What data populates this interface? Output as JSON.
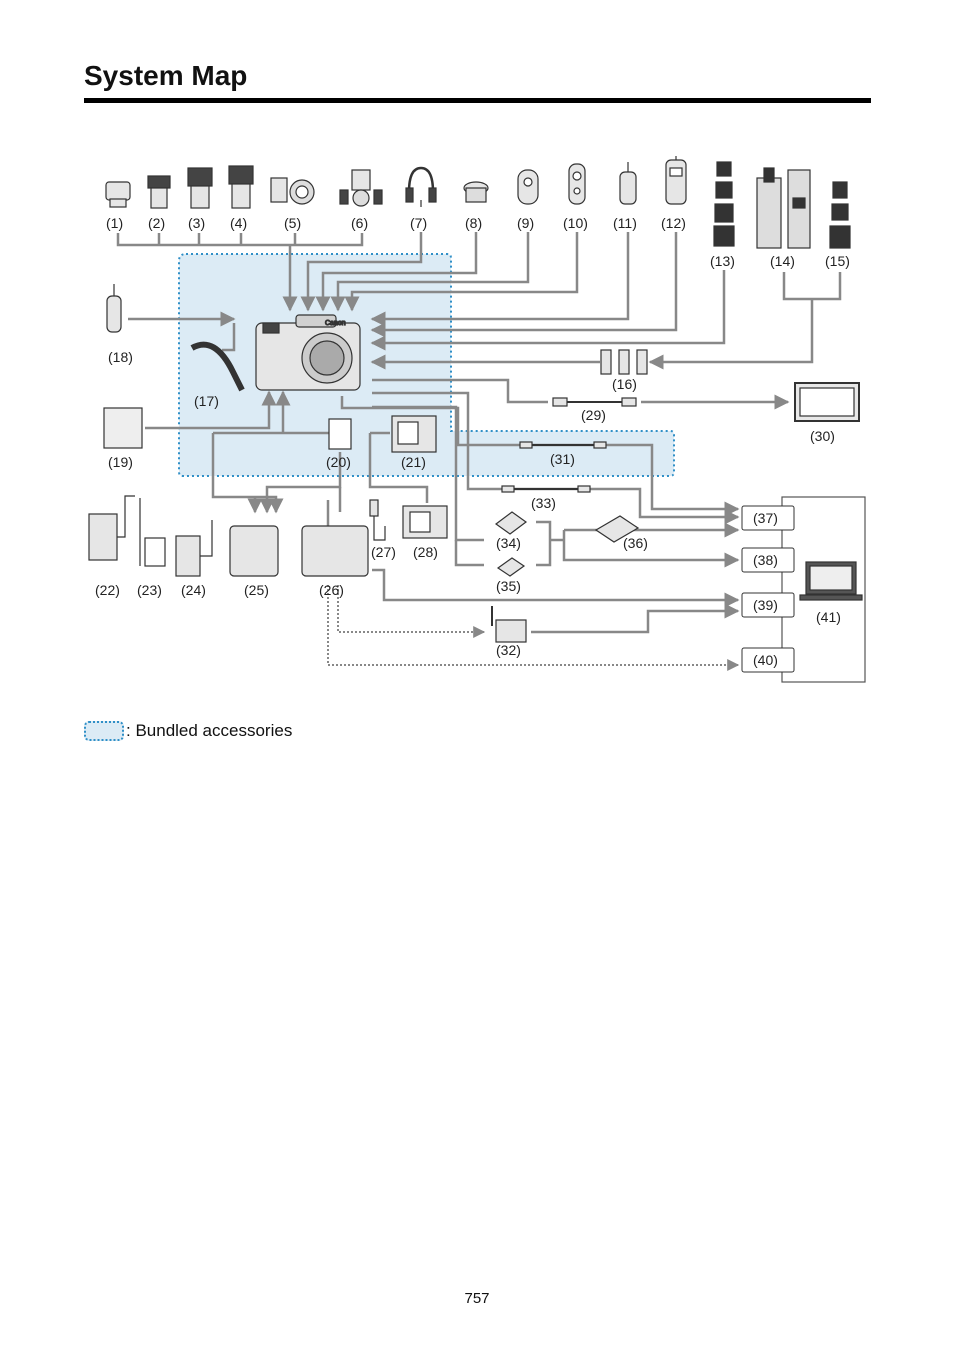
{
  "page": {
    "title": "System Map",
    "page_number": "757"
  },
  "legend": {
    "text": ": Bundled accessories",
    "swatch_fill": "#dcebf5",
    "swatch_border": "#2f8fc7"
  },
  "colors": {
    "line": "#888888",
    "bundled_fill": "#dcebf5",
    "bundled_border": "#2f8fc7",
    "device_fill": "#e6e6e6",
    "device_stroke": "#333333"
  },
  "items": {
    "1": "(1)",
    "2": "(2)",
    "3": "(3)",
    "4": "(4)",
    "5": "(5)",
    "6": "(6)",
    "7": "(7)",
    "8": "(8)",
    "9": "(9)",
    "10": "(10)",
    "11": "(11)",
    "12": "(12)",
    "13": "(13)",
    "14": "(14)",
    "15": "(15)",
    "16": "(16)",
    "17": "(17)",
    "18": "(18)",
    "19": "(19)",
    "20": "(20)",
    "21": "(21)",
    "22": "(22)",
    "23": "(23)",
    "24": "(24)",
    "25": "(25)",
    "26": "(26)",
    "27": "(27)",
    "28": "(28)",
    "29": "(29)",
    "30": "(30)",
    "31": "(31)",
    "32": "(32)",
    "33": "(33)",
    "34": "(34)",
    "35": "(35)",
    "36": "(36)",
    "37": "(37)",
    "38": "(38)",
    "39": "(39)",
    "40": "(40)",
    "41": "(41)"
  },
  "camera_brand": "Canon"
}
